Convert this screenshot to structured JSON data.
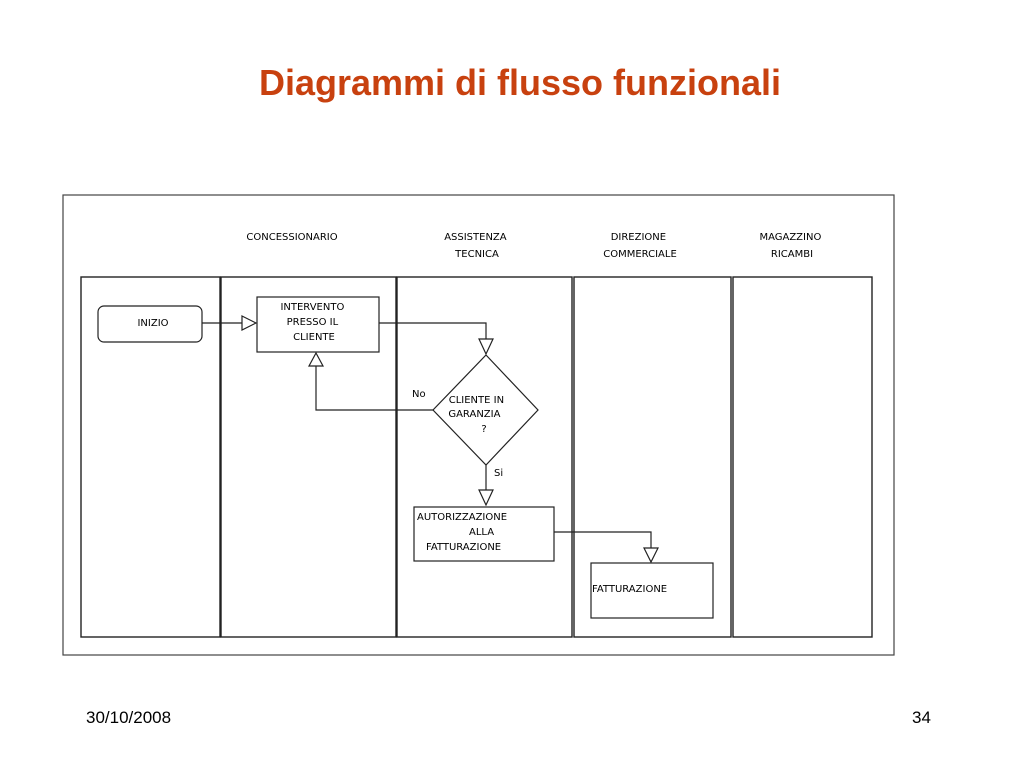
{
  "slide": {
    "title": "Diagrammi di flusso funzionali",
    "date": "30/10/2008",
    "page": "34"
  },
  "lanes": [
    {
      "id": "concessionario",
      "lines": [
        "CONCESSIONARIO"
      ]
    },
    {
      "id": "assistenza",
      "lines": [
        "ASSISTENZA",
        "TECNICA"
      ]
    },
    {
      "id": "direzione",
      "lines": [
        "DIREZIONE",
        "COMMERCIALE"
      ]
    },
    {
      "id": "magazzino",
      "lines": [
        "MAGAZZINO",
        "RICAMBI"
      ]
    }
  ],
  "nodes": {
    "start": {
      "lines": [
        "INIZIO"
      ]
    },
    "intervento": {
      "lines": [
        "INTERVENTO",
        "PRESSO IL",
        "CLIENTE"
      ]
    },
    "decision": {
      "lines": [
        "CLIENTE IN",
        "GARANZIA",
        "?"
      ]
    },
    "autorizzazione": {
      "lines": [
        "AUTORIZZAZIONE",
        "ALLA",
        "FATTURAZIONE"
      ]
    },
    "fatturazione": {
      "lines": [
        "FATTURAZIONE"
      ]
    }
  },
  "edge_labels": {
    "no": "No",
    "si": "Si"
  }
}
